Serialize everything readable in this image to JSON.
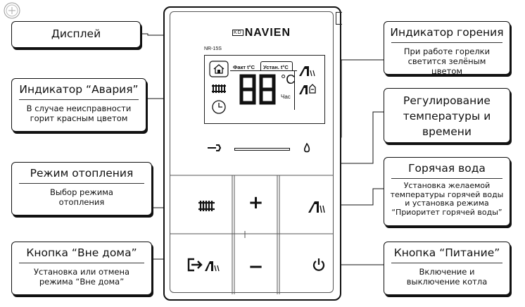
{
  "logo": {
    "brand": "NAVIEN",
    "mark": "KD"
  },
  "model": "NR-15S",
  "lcd": {
    "tab_fact": "Факт t°C",
    "tab_set": "Устан. t°C",
    "digits": "88",
    "unit": "°C",
    "hour_label": "Час"
  },
  "buttons": {
    "plus": "+",
    "minus": "−"
  },
  "callouts": {
    "display": {
      "title": "Дисплей"
    },
    "alarm": {
      "title": "Индикатор “Авария”",
      "desc": "В случае неисправности горит красным цветом"
    },
    "heating": {
      "title": "Режим отопления",
      "desc": "Выбор режима отопления"
    },
    "away": {
      "title": "Кнопка “Вне дома”",
      "desc": "Установка или отмена режима “Вне дома”"
    },
    "burner": {
      "title": "Индикатор горения",
      "desc": "При работе горелки светится зелёным цветом"
    },
    "regulation": {
      "title": "Регулирование температуры и времени"
    },
    "hotwater": {
      "title": "Горячая вода",
      "desc": "Установка желаемой температуры горячей воды и установка режима “Приоритет горячей воды”"
    },
    "power": {
      "title": "Кнопка “Питание”",
      "desc": "Включение и выключение котла"
    }
  },
  "icons": [
    "house-icon",
    "radiator-icon",
    "clock-icon",
    "faucet-icon",
    "faucet-away-icon",
    "wrench-icon",
    "flame-icon",
    "power-icon",
    "exit-icon",
    "logo-seal-icon"
  ]
}
